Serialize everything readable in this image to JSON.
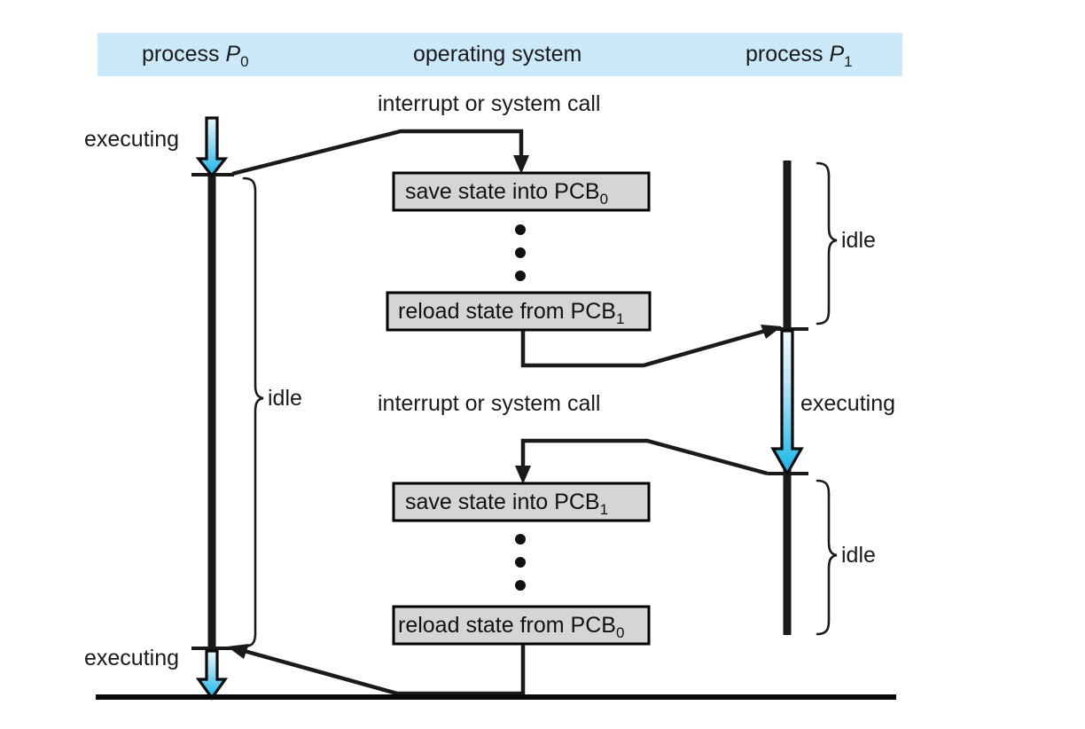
{
  "header": {
    "background_color": "#cbe9f8",
    "columns": [
      {
        "prefix": "process ",
        "variable": "P",
        "subscript": "0"
      },
      {
        "prefix": "operating system",
        "variable": "",
        "subscript": ""
      },
      {
        "prefix": "process ",
        "variable": "P",
        "subscript": "1"
      }
    ]
  },
  "colors": {
    "band": "#cbe9f8",
    "box_fill": "#d5d5d5",
    "box_border": "#000000",
    "line": "#1a1a1a",
    "arrow_top": "#eaf7fd",
    "arrow_bottom": "#16b6e8",
    "text": "#1a1a1a"
  },
  "process0": {
    "label": "process P0",
    "executing_top_label": "executing",
    "executing_bottom_label": "executing",
    "idle_label": "idle"
  },
  "process1": {
    "label": "process P1",
    "executing_label": "executing",
    "idle_label_top": "idle",
    "idle_label_bottom": "idle"
  },
  "os": {
    "interrupt_label_top": "interrupt or system call",
    "interrupt_label_bottom": "interrupt or system call",
    "dots": "•"
  },
  "boxes": [
    {
      "id": "save-pcb0",
      "text": "save state into PCB",
      "subscript": "0"
    },
    {
      "id": "reload-pcb1",
      "text": "reload state from PCB",
      "subscript": "1"
    },
    {
      "id": "save-pcb1",
      "text": "save state into PCB",
      "subscript": "1"
    },
    {
      "id": "reload-pcb0",
      "text": "reload state from PCB",
      "subscript": "0"
    }
  ]
}
